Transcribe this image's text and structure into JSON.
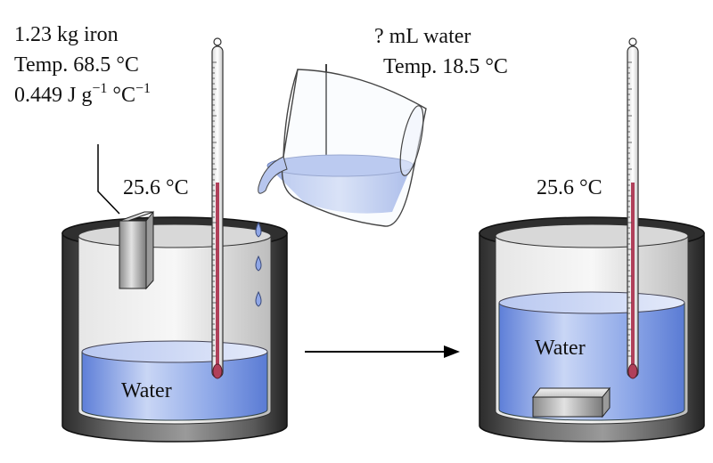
{
  "iron_info": {
    "line1": "1.23 kg iron",
    "temp_prefix": "Temp. 68.5",
    "temp_unit": "°C",
    "heat_value": "0.449 J g",
    "heat_exp1": "−1",
    "heat_unit": "°C",
    "heat_exp2": "−1"
  },
  "water_info": {
    "line1": "? mL water",
    "temp_prefix": "Temp. 18.5",
    "temp_unit": "°C"
  },
  "left_reading": {
    "value": "25.6",
    "unit": "°C"
  },
  "right_reading": {
    "value": "25.6",
    "unit": "°C"
  },
  "left_water_label": "Water",
  "right_water_label": "Water",
  "colors": {
    "water": "#6f8fdd",
    "can_dark": "#3a3a3a",
    "mercury": "#b0405a"
  }
}
